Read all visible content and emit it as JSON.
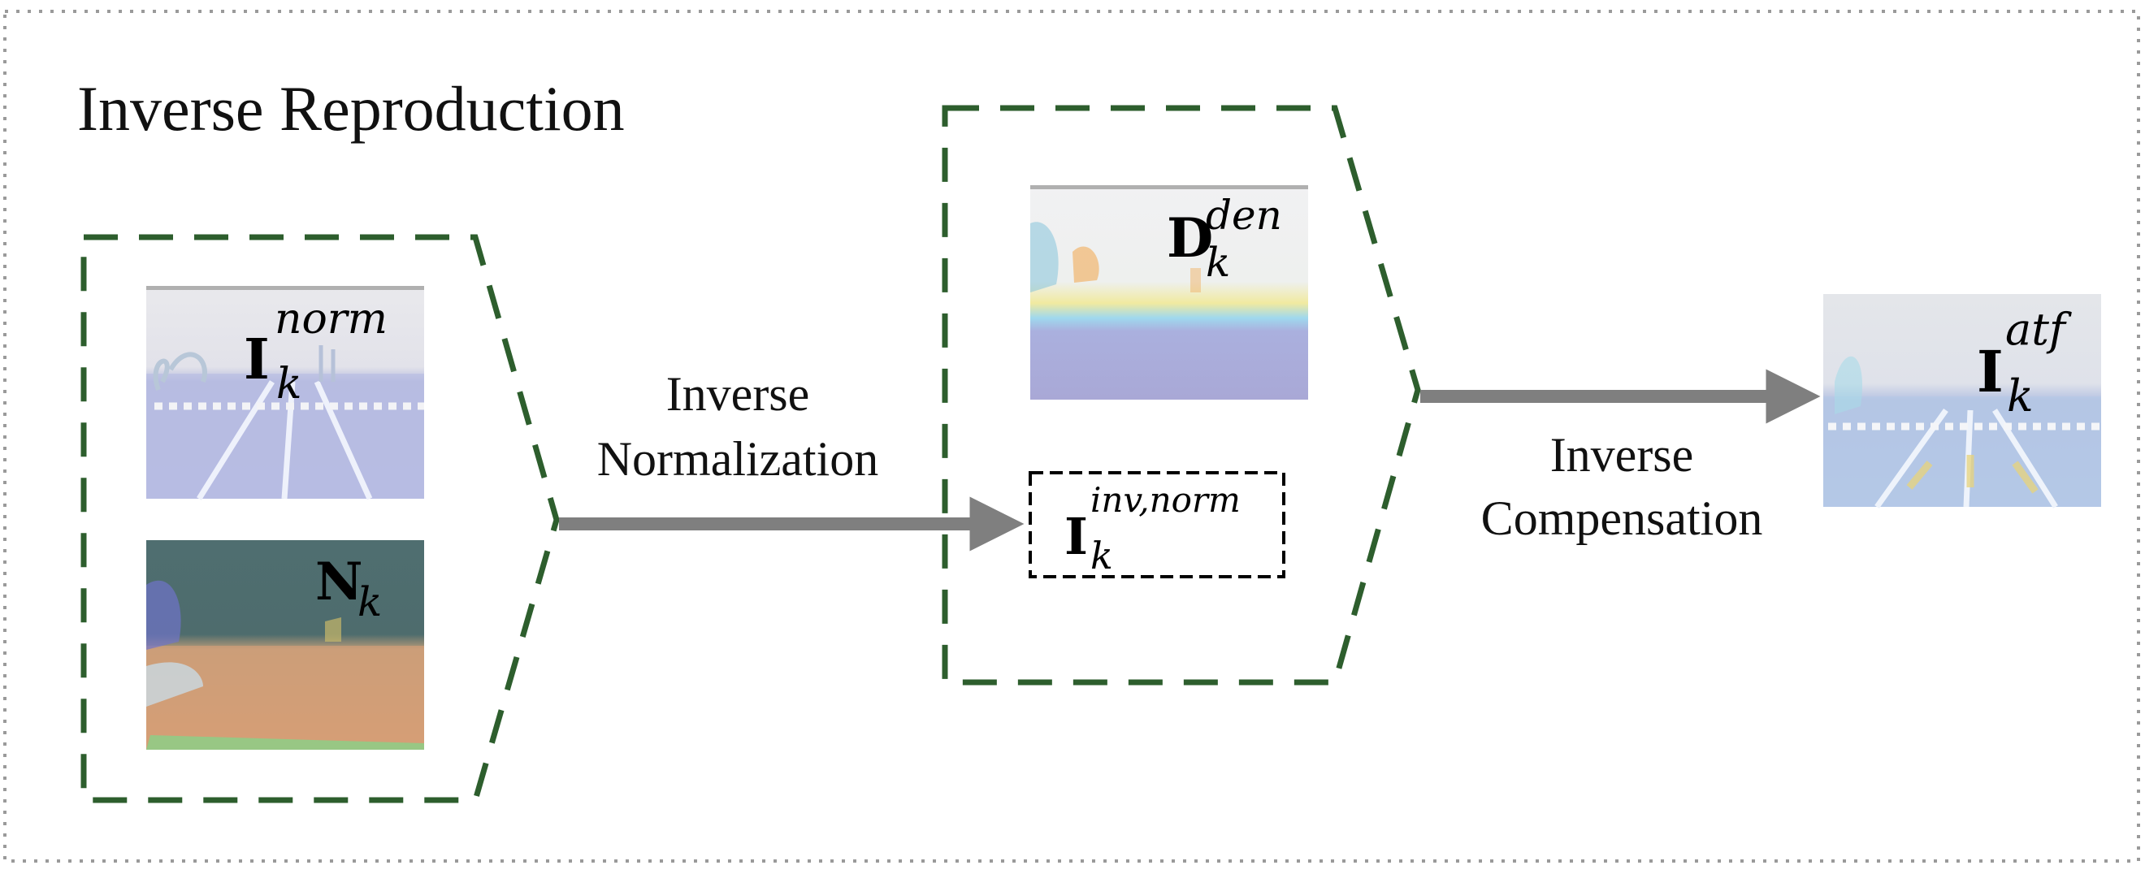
{
  "title": "Inverse Reproduction",
  "edge_labels": {
    "normalization": [
      "Inverse",
      "Normalization"
    ],
    "compensation": [
      "Inverse",
      "Compensation"
    ]
  },
  "symbols": {
    "i_norm": {
      "base": "I",
      "sub": "k",
      "sup": "norm"
    },
    "n": {
      "base": "N",
      "sub": "k"
    },
    "d_den": {
      "base": "D",
      "sub": "k",
      "sup": "den"
    },
    "i_inv_norm": {
      "base": "I",
      "sub": "k",
      "sup": "inv,norm"
    },
    "i_atf": {
      "base": "I",
      "sub": "k",
      "sup": "atf"
    }
  },
  "colors": {
    "group_border": "#2d5e2d",
    "arrow": "#7f7f7f",
    "outer_border": "#9a9a9a"
  }
}
